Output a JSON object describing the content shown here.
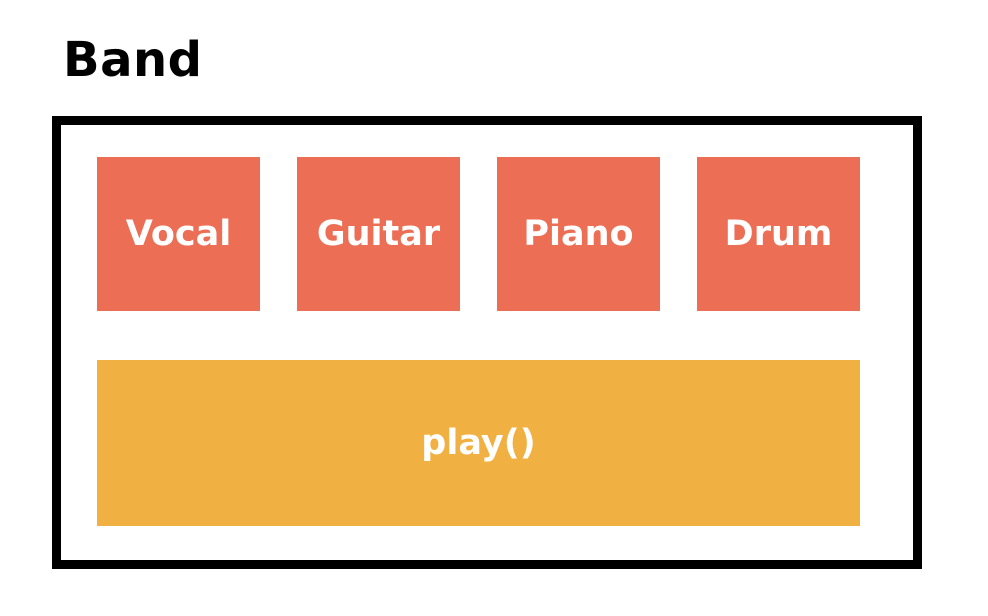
{
  "title": "Band",
  "diagram": {
    "members": [
      {
        "label": "Vocal"
      },
      {
        "label": "Guitar"
      },
      {
        "label": "Piano"
      },
      {
        "label": "Drum"
      }
    ],
    "method": {
      "label": "play()"
    }
  },
  "colors": {
    "member_box": "#EB6E55",
    "method_box": "#F0B042",
    "container_border": "#000000",
    "label_text": "#FFFFFF",
    "title_text": "#000000",
    "background": "#FFFFFF"
  }
}
